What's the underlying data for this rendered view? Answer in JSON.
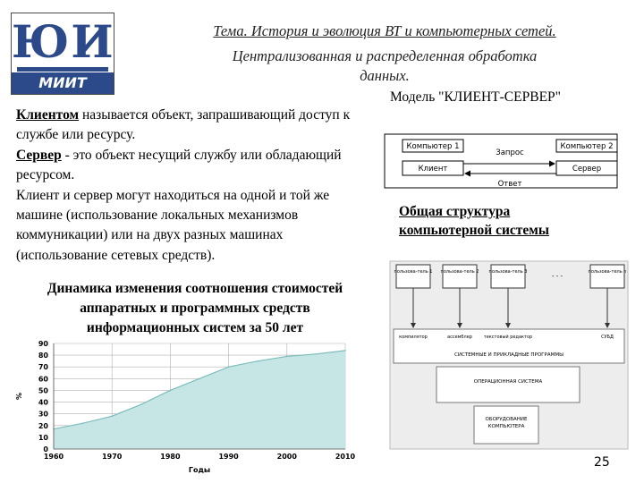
{
  "logo": {
    "letters": "ЮИ",
    "band": "МИИТ"
  },
  "header": {
    "line1": "Тема.  История и эволюция  ВТ и компьютерных сетей.",
    "line2": "Централизованная и распределенная обработка",
    "line3": "данных."
  },
  "client_text": {
    "term1": "Клиентом",
    "def1": " называется объект, запрашивающий доступ к службе или ресурсу.",
    "term2": "Сервер",
    "def2": " - это объект несущий службу или обладающий ресурсом.",
    "para": "Клиент и сервер могут находиться на одной и той же машине (использование локальных механизмов коммуникации) или на двух разных машинах (использование сетевых средств)."
  },
  "model": {
    "title": "Модель  \"КЛИЕНТ-СЕРВЕР\"",
    "computer1": "Компьютер 1",
    "computer2": "Компьютер 2",
    "client": "Клиент",
    "server": "Сервер",
    "request": "Запрос",
    "response": "Ответ"
  },
  "structure": {
    "title_line1": "Общая структура",
    "title_line2": "компьютерной системы",
    "users": [
      "пользова-тель 1",
      "пользова-тель 2",
      "пользова-тель 3",
      "пользова-тель n"
    ],
    "dots": "- - -",
    "apps": [
      "компилятор",
      "ассемблер",
      "текстовый редактор",
      "СУБД"
    ],
    "sys_programs": "СИСТЕМНЫЕ И ПРИКЛАДНЫЕ ПРОГРАММЫ",
    "os": "ОПЕРАЦИОННАЯ СИСТЕМА",
    "hardware_line1": "ОБОРУДОВАНИЕ",
    "hardware_line2": "КОМПЬЮТЕРА"
  },
  "dynamics": {
    "line1": "Динамика изменения соотношения стоимостей",
    "line2": "аппаратных и программных средств",
    "line3": "информационных систем за 50 лет"
  },
  "chart_data": {
    "type": "area",
    "x": [
      1960,
      1965,
      1970,
      1975,
      1980,
      1985,
      1990,
      1995,
      2000,
      2005,
      2010
    ],
    "values": [
      17,
      22,
      28,
      38,
      50,
      60,
      70,
      75,
      79,
      81,
      84
    ],
    "x_ticks": [
      "1960",
      "1970",
      "1980",
      "1990",
      "2000",
      "2010"
    ],
    "y_ticks": [
      "0",
      "10",
      "20",
      "30",
      "40",
      "50",
      "60",
      "70",
      "80",
      "90"
    ],
    "xlabel": "Годы",
    "ylabel": "%",
    "xlim": [
      1960,
      2010
    ],
    "ylim": [
      0,
      90
    ],
    "grid": true,
    "colors": {
      "fill": "#c6e6e6",
      "line": "#7cbcbc",
      "grid": "#b0b0b0"
    }
  },
  "page_number": "25"
}
